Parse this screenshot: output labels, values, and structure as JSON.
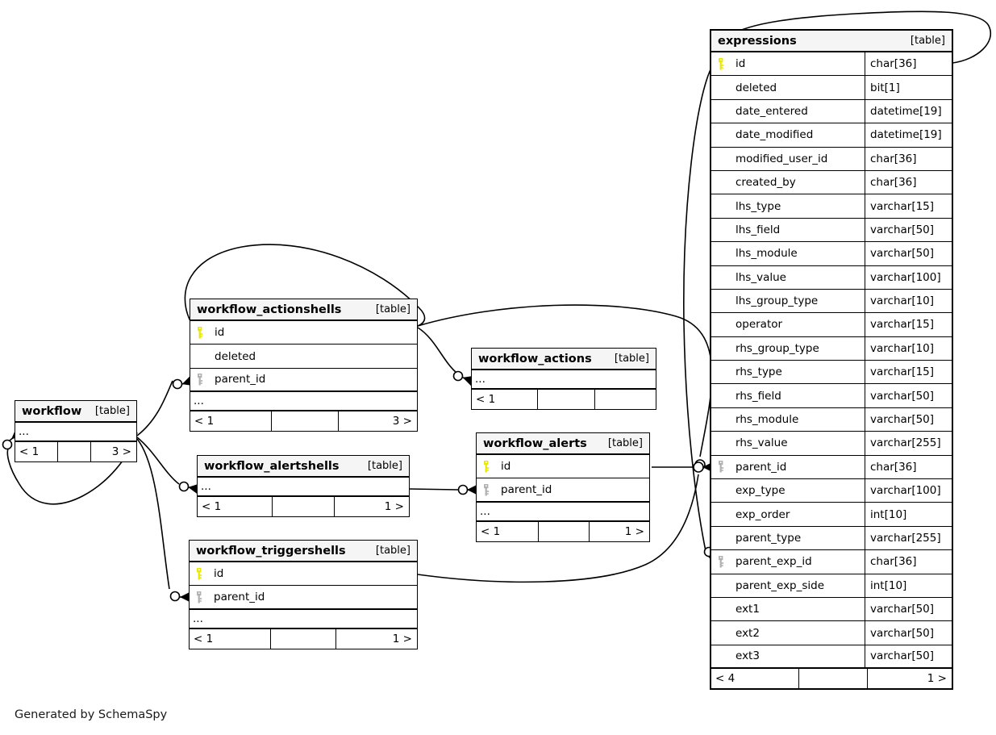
{
  "diagram": {
    "generator_note": "Generated by SchemaSpy",
    "table_tag": "[table]",
    "ellipsis": "...",
    "colors": {
      "primary_key": "#e8e800",
      "foreign_key": "#b0b0b0",
      "header_bg": "#f5f5f5",
      "border": "#000000",
      "background": "#ffffff"
    }
  },
  "tables": [
    {
      "id": "expressions",
      "name": "expressions",
      "tag": "[table]",
      "columns": [
        {
          "name": "id",
          "type": "char[36]",
          "key": "primary"
        },
        {
          "name": "deleted",
          "type": "bit[1]",
          "key": "none"
        },
        {
          "name": "date_entered",
          "type": "datetime[19]",
          "key": "none"
        },
        {
          "name": "date_modified",
          "type": "datetime[19]",
          "key": "none"
        },
        {
          "name": "modified_user_id",
          "type": "char[36]",
          "key": "none"
        },
        {
          "name": "created_by",
          "type": "char[36]",
          "key": "none"
        },
        {
          "name": "lhs_type",
          "type": "varchar[15]",
          "key": "none"
        },
        {
          "name": "lhs_field",
          "type": "varchar[50]",
          "key": "none"
        },
        {
          "name": "lhs_module",
          "type": "varchar[50]",
          "key": "none"
        },
        {
          "name": "lhs_value",
          "type": "varchar[100]",
          "key": "none"
        },
        {
          "name": "lhs_group_type",
          "type": "varchar[10]",
          "key": "none"
        },
        {
          "name": "operator",
          "type": "varchar[15]",
          "key": "none"
        },
        {
          "name": "rhs_group_type",
          "type": "varchar[10]",
          "key": "none"
        },
        {
          "name": "rhs_type",
          "type": "varchar[15]",
          "key": "none"
        },
        {
          "name": "rhs_field",
          "type": "varchar[50]",
          "key": "none"
        },
        {
          "name": "rhs_module",
          "type": "varchar[50]",
          "key": "none"
        },
        {
          "name": "rhs_value",
          "type": "varchar[255]",
          "key": "none"
        },
        {
          "name": "parent_id",
          "type": "char[36]",
          "key": "foreign"
        },
        {
          "name": "exp_type",
          "type": "varchar[100]",
          "key": "none"
        },
        {
          "name": "exp_order",
          "type": "int[10]",
          "key": "none"
        },
        {
          "name": "parent_type",
          "type": "varchar[255]",
          "key": "none"
        },
        {
          "name": "parent_exp_id",
          "type": "char[36]",
          "key": "foreign"
        },
        {
          "name": "parent_exp_side",
          "type": "int[10]",
          "key": "none"
        },
        {
          "name": "ext1",
          "type": "varchar[50]",
          "key": "none"
        },
        {
          "name": "ext2",
          "type": "varchar[50]",
          "key": "none"
        },
        {
          "name": "ext3",
          "type": "varchar[50]",
          "key": "none"
        }
      ],
      "has_ellipsis_row": false,
      "footer": {
        "left": "< 4",
        "middle": "",
        "right": "1 >"
      }
    },
    {
      "id": "workflow_actionshells",
      "name": "workflow_actionshells",
      "tag": "[table]",
      "columns": [
        {
          "name": "id",
          "type": "",
          "key": "primary"
        },
        {
          "name": "deleted",
          "type": "",
          "key": "none"
        },
        {
          "name": "parent_id",
          "type": "",
          "key": "foreign"
        }
      ],
      "has_ellipsis_row": true,
      "footer": {
        "left": "< 1",
        "middle": "",
        "right": "3 >"
      }
    },
    {
      "id": "workflow",
      "name": "workflow",
      "tag": "[table]",
      "columns": [],
      "has_ellipsis_row": true,
      "footer": {
        "left": "< 1",
        "middle": "",
        "right": "3 >"
      }
    },
    {
      "id": "workflow_actions",
      "name": "workflow_actions",
      "tag": "[table]",
      "columns": [],
      "has_ellipsis_row": true,
      "footer": {
        "left": "< 1",
        "middle": "",
        "right": ""
      }
    },
    {
      "id": "workflow_alertshells",
      "name": "workflow_alertshells",
      "tag": "[table]",
      "columns": [],
      "has_ellipsis_row": true,
      "footer": {
        "left": "< 1",
        "middle": "",
        "right": "1 >"
      }
    },
    {
      "id": "workflow_alerts",
      "name": "workflow_alerts",
      "tag": "[table]",
      "columns": [
        {
          "name": "id",
          "type": "",
          "key": "primary"
        },
        {
          "name": "parent_id",
          "type": "",
          "key": "foreign"
        }
      ],
      "has_ellipsis_row": true,
      "footer": {
        "left": "< 1",
        "middle": "",
        "right": "1 >"
      }
    },
    {
      "id": "workflow_triggershells",
      "name": "workflow_triggershells",
      "tag": "[table]",
      "columns": [
        {
          "name": "id",
          "type": "",
          "key": "primary"
        },
        {
          "name": "parent_id",
          "type": "",
          "key": "foreign"
        }
      ],
      "has_ellipsis_row": true,
      "footer": {
        "left": "< 1",
        "middle": "",
        "right": "1 >"
      }
    }
  ],
  "relationships": [
    {
      "from": "expressions.id",
      "to": "expressions.parent_exp_id",
      "kind": "self-reference"
    },
    {
      "from": "expressions.id",
      "to": "expressions.parent_id",
      "kind": "self-reference"
    },
    {
      "from": "workflow_actionshells.id",
      "to": "workflow_actions.parent",
      "kind": "one-to-many"
    },
    {
      "from": "workflow_actionshells.id",
      "to": "expressions.parent_id",
      "kind": "one-to-many"
    },
    {
      "from": "workflow.id",
      "to": "workflow_actionshells.parent_id",
      "kind": "one-to-many"
    },
    {
      "from": "workflow.id",
      "to": "workflow_alertshells.parent",
      "kind": "one-to-many"
    },
    {
      "from": "workflow.id",
      "to": "workflow_triggershells.parent_id",
      "kind": "one-to-many"
    },
    {
      "from": "workflow_alertshells.id",
      "to": "workflow_alerts.parent_id",
      "kind": "one-to-many"
    },
    {
      "from": "workflow_alerts.id",
      "to": "expressions.parent_id",
      "kind": "one-to-many"
    },
    {
      "from": "workflow_triggershells.id",
      "to": "expressions.parent_id",
      "kind": "one-to-many"
    }
  ]
}
